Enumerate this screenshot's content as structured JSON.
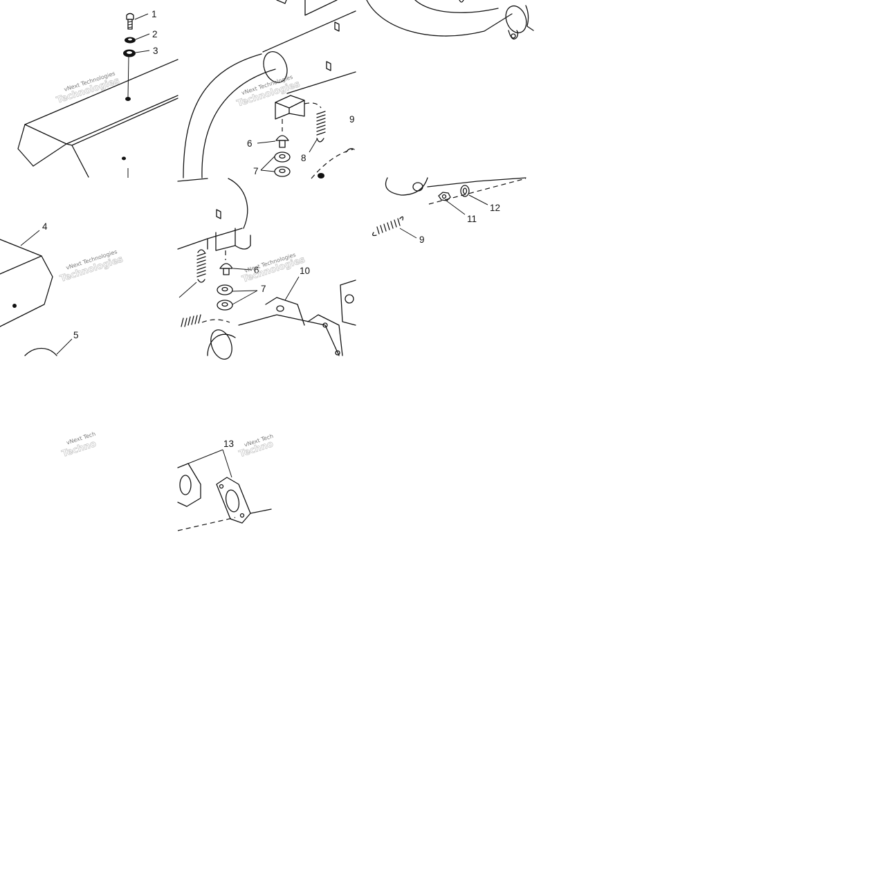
{
  "diagram": {
    "callouts": {
      "c1": "1",
      "c2": "2",
      "c3": "3",
      "c4": "4",
      "c5": "5",
      "c6a": "6",
      "c6b": "6",
      "c7a": "7",
      "c7b": "7",
      "c8": "8",
      "c9a": "9",
      "c9b": "9",
      "c10": "10",
      "c11": "11",
      "c12": "12",
      "c13": "13"
    },
    "watermarks": {
      "w1": "vNext Technologies",
      "w2": "vNext Technologies",
      "w3": "vNext Technologies",
      "w4": "vNext Technologies",
      "w5": "vNext Tech",
      "w6": "vNext Tech"
    }
  }
}
